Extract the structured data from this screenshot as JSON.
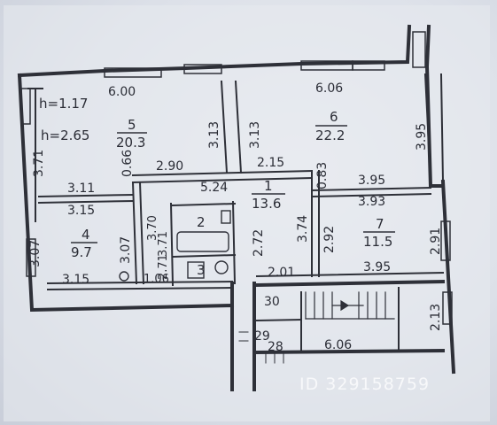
{
  "plan": {
    "heights": [
      "h=1.17",
      "h=2.65"
    ],
    "rooms": [
      {
        "number": "1",
        "area": "13.6"
      },
      {
        "number": "2",
        "area": ""
      },
      {
        "number": "3",
        "area": ""
      },
      {
        "number": "4",
        "area": "9.7"
      },
      {
        "number": "5",
        "area": "20.3"
      },
      {
        "number": "6",
        "area": "22.2"
      },
      {
        "number": "7",
        "area": "11.5"
      },
      {
        "number": "28",
        "area": ""
      },
      {
        "number": "29",
        "area": ""
      },
      {
        "number": "30",
        "area": ""
      }
    ],
    "dimensions": {
      "top_left": "6.00",
      "top_right": "6.06",
      "r5_left": "3.71",
      "r5_mid": "0.66",
      "r5_right": "3.13",
      "r6_left": "3.13",
      "r6_right": "3.95",
      "r5_bottom": "2.90",
      "r6_bottom": "2.15",
      "r6_vert": "0.83",
      "r1_top": "5.24",
      "r4_top_a": "3.11",
      "r4_top_b": "3.15",
      "r7_top_a": "3.95",
      "r7_top_b": "3.93",
      "r4_left": "3.07",
      "r4_right": "3.07",
      "r2_v1": "3.70",
      "r2_v2": "3.71",
      "r2_v3": "2.71",
      "r1_v1": "2.72",
      "r1_v2": "3.74",
      "r7_left": "2.92",
      "r7_right": "2.91",
      "r4_bottom": "3.15",
      "r3_bottom": "1.06",
      "r1_bottom": "2.01",
      "r7_bottom": "3.95",
      "stair_side": "2.13",
      "stair_bottom": "6.06"
    },
    "watermark": "ID 329158759"
  }
}
